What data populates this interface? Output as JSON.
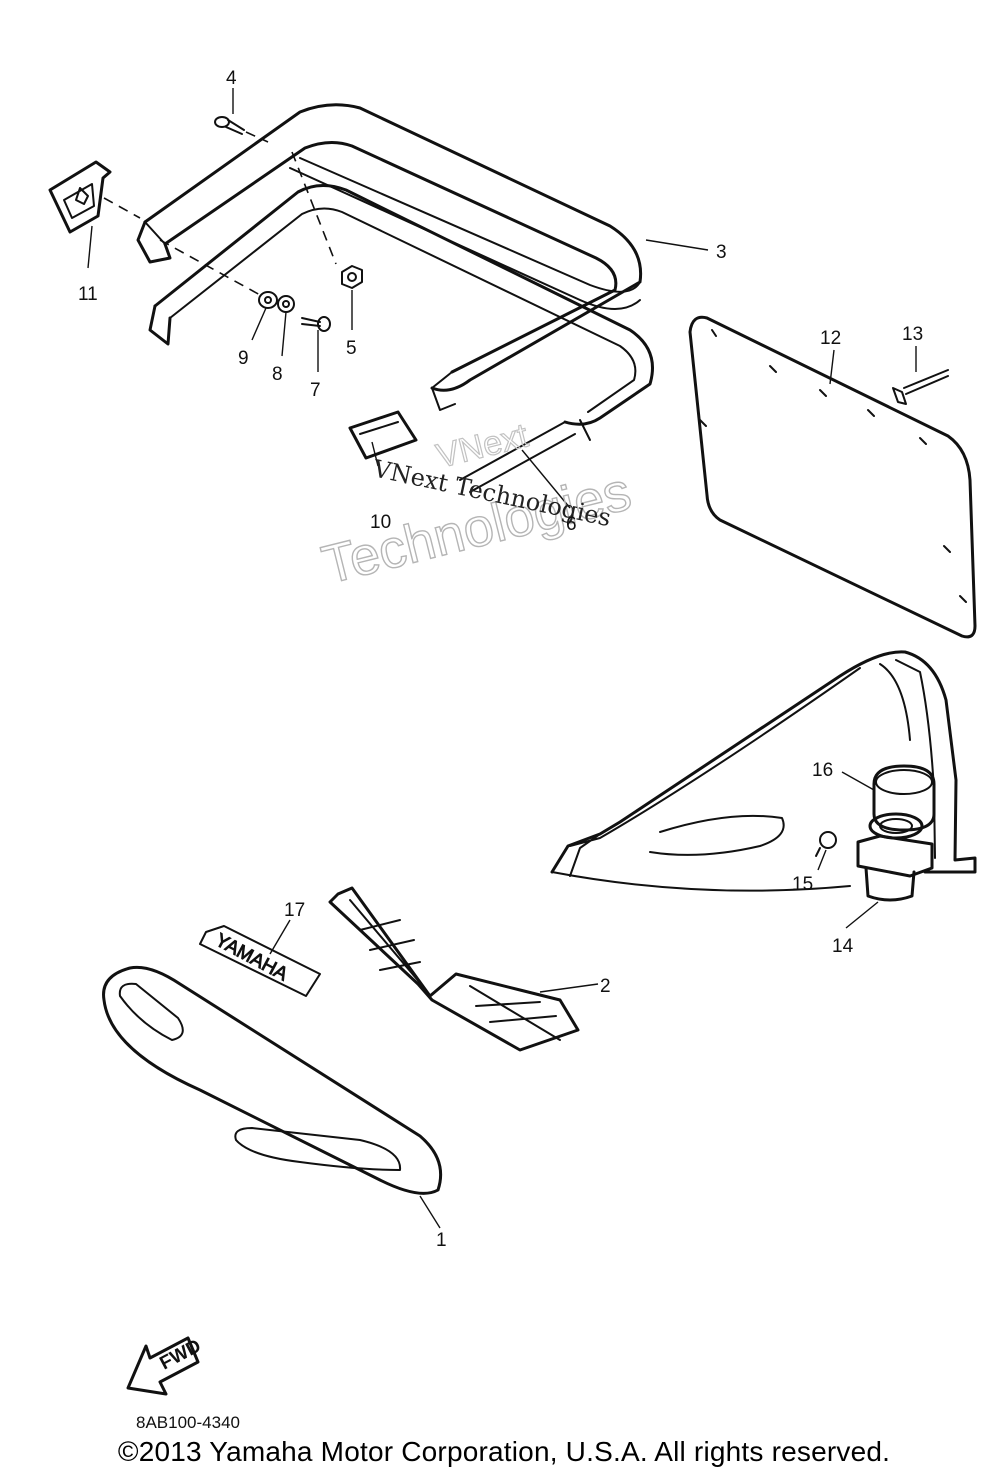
{
  "callouts": [
    "1",
    "2",
    "3",
    "4",
    "5",
    "6",
    "7",
    "8",
    "9",
    "10",
    "11",
    "12",
    "13",
    "14",
    "15",
    "16",
    "17"
  ],
  "decal_text": "YAMAHA",
  "fwd_label": "FWD",
  "diagram_code": "8AB100-4340",
  "watermark": {
    "outline_line1": "VNext",
    "outline_line2": "Technologies",
    "inline_text": "VNext Technologies"
  },
  "copyright": "©2013 Yamaha Motor Corporation, U.S.A. All rights reserved."
}
